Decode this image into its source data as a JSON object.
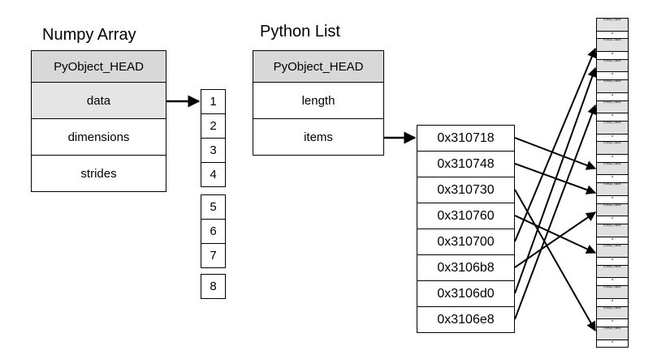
{
  "numpy": {
    "title": "Numpy Array",
    "fields": [
      "PyObject_HEAD",
      "data",
      "dimensions",
      "strides"
    ],
    "data_cells": [
      "1",
      "2",
      "3",
      "4",
      "5",
      "6",
      "7",
      "8"
    ]
  },
  "pylist": {
    "title": "Python List",
    "fields": [
      "PyObject_HEAD",
      "length",
      "items"
    ],
    "addresses": [
      "0x310718",
      "0x310748",
      "0x310730",
      "0x310760",
      "0x310700",
      "0x3106b8",
      "0x3106d0",
      "0x3106e8"
    ]
  },
  "objects": {
    "head_label": "PyObjec_HEAD",
    "value_label": "d"
  }
}
